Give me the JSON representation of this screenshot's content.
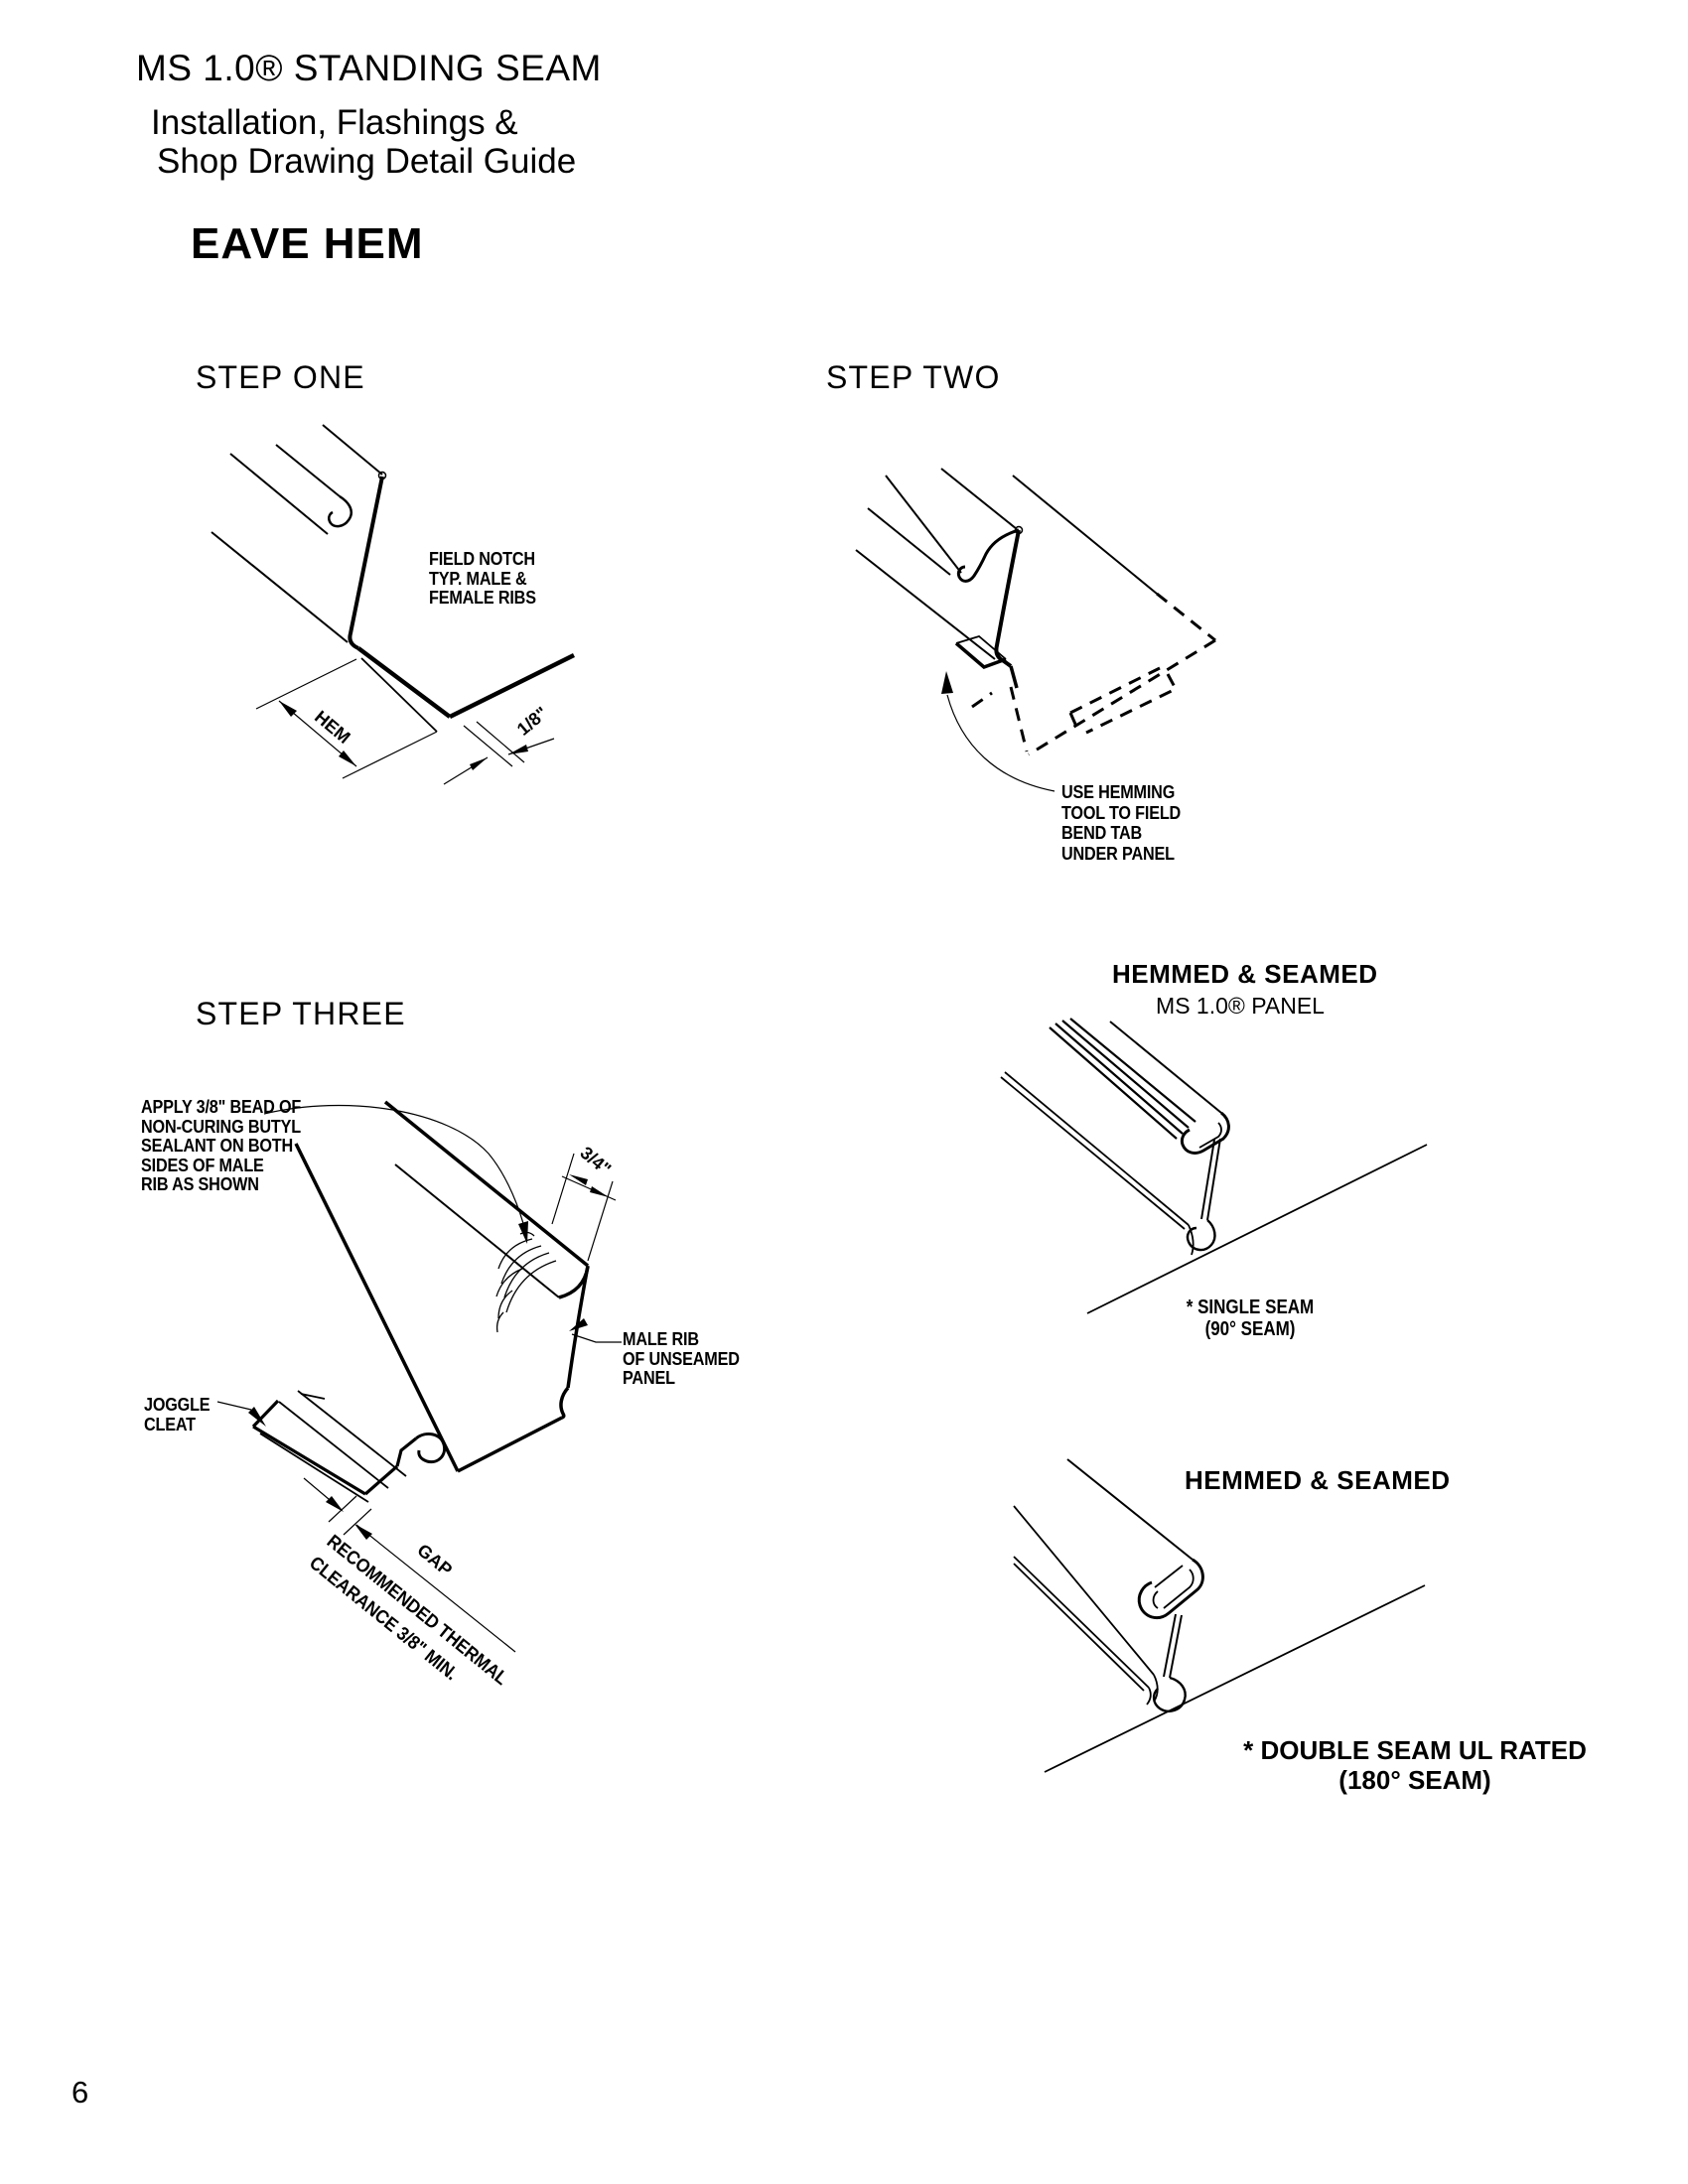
{
  "page": {
    "number": "6"
  },
  "header": {
    "title": "MS 1.0® STANDING SEAM",
    "subtitle_line1": "Installation, Flashings &",
    "subtitle_line2": "Shop Drawing Detail Guide",
    "section_title": "EAVE HEM"
  },
  "steps": {
    "one": {
      "label": "STEP ONE",
      "field_notch": {
        "line1": "FIELD NOTCH",
        "line2": "TYP. MALE &",
        "line3": "FEMALE RIBS"
      },
      "dims": {
        "hem": "HEM",
        "eighth": "1/8\""
      }
    },
    "two": {
      "label": "STEP TWO",
      "hemming_tool": {
        "line1": "USE HEMMING",
        "line2": "TOOL TO FIELD",
        "line3": "BEND TAB",
        "line4": "UNDER PANEL"
      }
    },
    "three": {
      "label": "STEP THREE",
      "sealant_note": {
        "line1": "APPLY 3/8\" BEAD OF",
        "line2": "NON-CURING BUTYL",
        "line3": "SEALANT ON BOTH",
        "line4": "SIDES OF MALE",
        "line5": "RIB AS SHOWN"
      },
      "male_rib_note": {
        "line1": "MALE RIB",
        "line2": "OF UNSEAMED",
        "line3": "PANEL"
      },
      "joggle_cleat_note": {
        "line1": "JOGGLE",
        "line2": "CLEAT"
      },
      "thermal_note": {
        "line1": "RECOMMENDED THERMAL",
        "line2": "CLEARANCE 3/8\" MIN."
      },
      "dims": {
        "three_quarter": "3/4\"",
        "gap": "GAP"
      }
    }
  },
  "results": {
    "single": {
      "heading": "HEMMED & SEAMED",
      "subheading": "MS 1.0® PANEL",
      "caption_line1": "* SINGLE SEAM",
      "caption_line2": "(90° SEAM)"
    },
    "double": {
      "heading": "HEMMED & SEAMED",
      "caption_line1": "* DOUBLE SEAM UL RATED",
      "caption_line2": "(180° SEAM)"
    }
  }
}
